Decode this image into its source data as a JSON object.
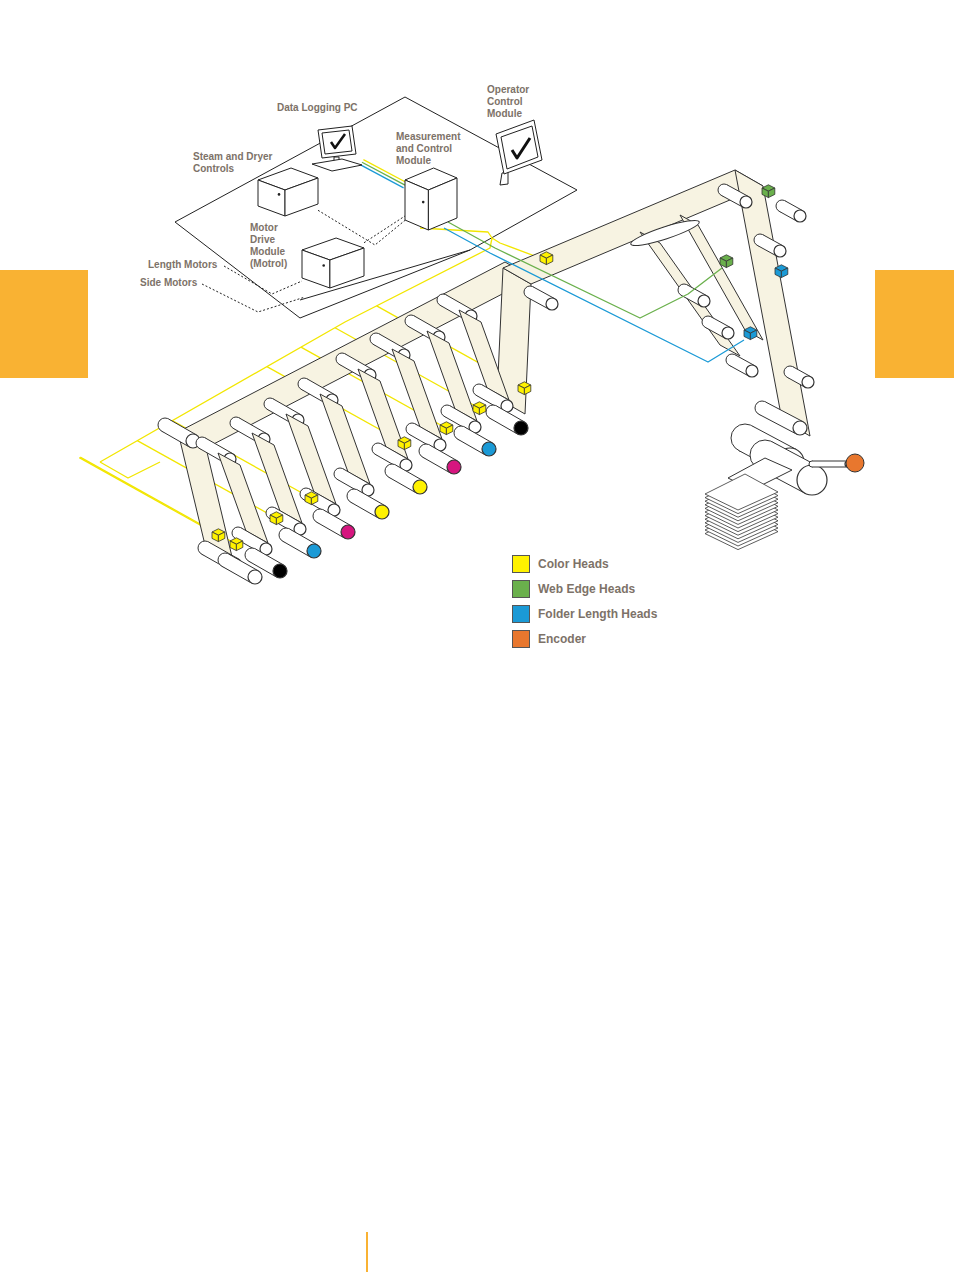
{
  "diagram": {
    "nodes": [
      {
        "text": [
          "Data Logging PC"
        ]
      },
      {
        "text": [
          "Operator Control Module"
        ]
      },
      {
        "text": [
          "Steam and Dryer Controls"
        ]
      },
      {
        "text": [
          "Measurement and Control Module"
        ]
      },
      {
        "text": [
          "Motor Drive Module (Motrol)"
        ]
      }
    ],
    "edges": [
      {
        "from": 0,
        "to": 3,
        "arrow": "none"
      },
      {
        "from": 2,
        "to": 3,
        "arrow": "none"
      },
      {
        "from": 4,
        "to": 3,
        "arrow": "none"
      }
    ],
    "labels": [
      "Length Motors",
      "Side Motors"
    ],
    "legend": [
      {
        "text": "Color Heads",
        "color": "#fff200"
      },
      {
        "text": "Web Edge Heads",
        "color": "#6ab04c"
      },
      {
        "text": "Folder Length Heads",
        "color": "#1b9ad6"
      },
      {
        "text": "Encoder",
        "color": "#e8772e"
      }
    ]
  }
}
